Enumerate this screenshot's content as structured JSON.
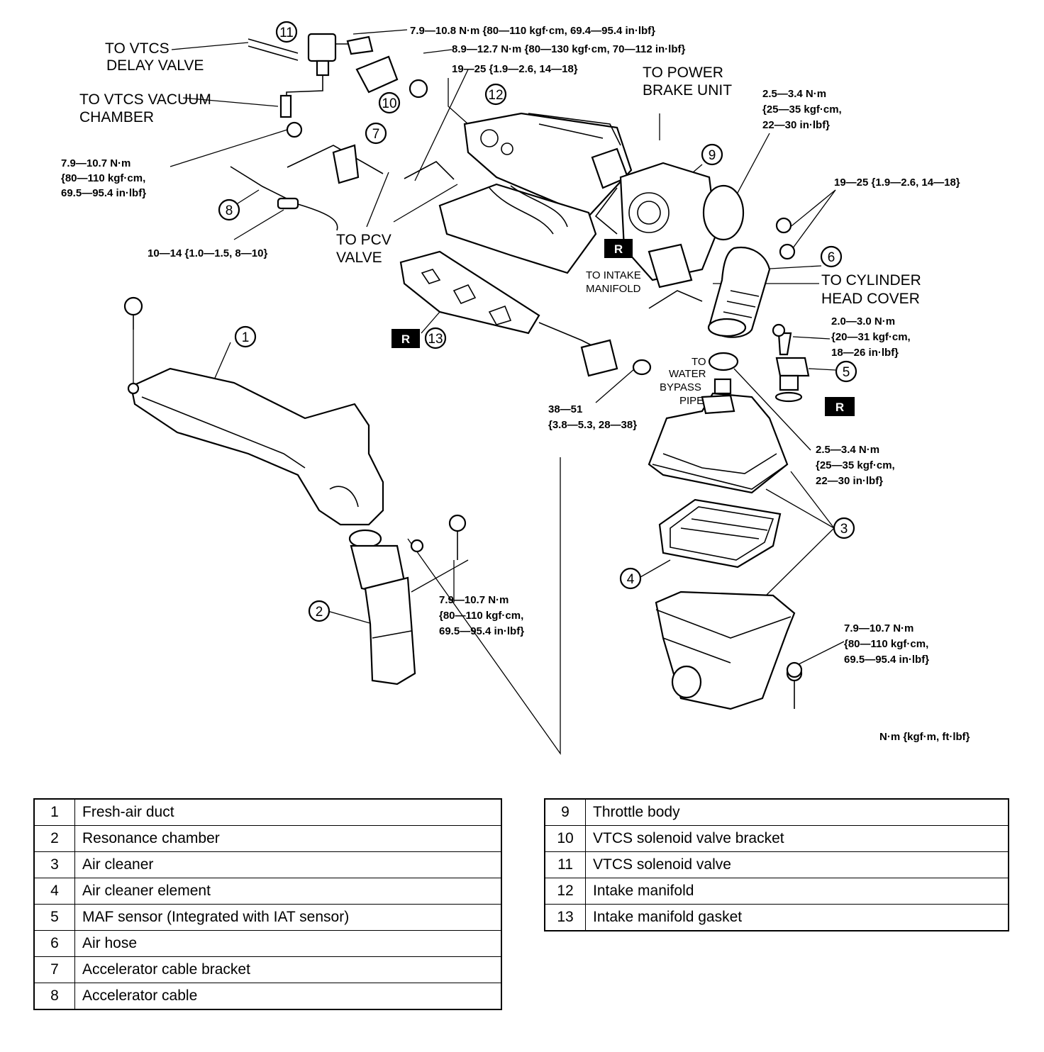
{
  "callouts": {
    "to_vtcs_delay_valve": [
      "TO VTCS",
      "DELAY VALVE"
    ],
    "to_vtcs_vacuum_chamber": [
      "TO VTCS VACUUM",
      "CHAMBER"
    ],
    "to_power_brake_unit": [
      "TO POWER",
      "BRAKE UNIT"
    ],
    "to_pcv_valve": [
      "TO PCV",
      "VALVE"
    ],
    "to_intake_manifold": [
      "TO INTAKE",
      "MANIFOLD"
    ],
    "to_cylinder_head_cover": [
      "TO CYLINDER",
      "HEAD COVER"
    ],
    "to_water_bypass_pipe": [
      "TO",
      "WATER",
      "BYPASS",
      "PIPE"
    ]
  },
  "torque_specs": {
    "solenoid_bolt": "7.9—10.8 N·m {80—110 kgf·cm, 69.4—95.4 in·lbf}",
    "bracket_nut": "8.9—12.7 N·m {80—130 kgf·cm, 70—112 in·lbf}",
    "manifold_nut_top": "19—25 {1.9—2.6, 14—18}",
    "cable_bracket_bolt": [
      "7.9—10.7 N·m",
      "{80—110 kgf·cm,",
      "69.5—95.4 in·lbf}"
    ],
    "cable_nut": "10—14 {1.0—1.5, 8—10}",
    "hose_clamp_top": [
      "2.5—3.4 N·m",
      "{25—35 kgf·cm,",
      "22—30 in·lbf}"
    ],
    "throttle_body_nut": "19—25 {1.9—2.6, 14—18}",
    "maf_sensor_screw": [
      "2.0—3.0 N·m",
      "{20—31 kgf·cm,",
      "18—26 in·lbf}"
    ],
    "bracket_bolt": [
      "38—51",
      "{3.8—5.3, 28—38}"
    ],
    "hose_clamp_bottom": [
      "2.5—3.4 N·m",
      "{25—35 kgf·cm,",
      "22—30 in·lbf}"
    ],
    "resonance_bolt": [
      "7.9—10.7 N·m",
      "{80—110 kgf·cm,",
      "69.5—95.4 in·lbf}"
    ],
    "air_cleaner_bolt": [
      "7.9—10.7 N·m",
      "{80—110 kgf·cm,",
      "69.5—95.4 in·lbf}"
    ],
    "units_note": "N·m {kgf·m, ft·lbf}"
  },
  "replace_mark": "R",
  "part_numbers": [
    "1",
    "2",
    "3",
    "4",
    "5",
    "6",
    "7",
    "8",
    "9",
    "10",
    "11",
    "12",
    "13"
  ],
  "legend": [
    {
      "no": "1",
      "name": "Fresh-air duct"
    },
    {
      "no": "2",
      "name": "Resonance chamber"
    },
    {
      "no": "3",
      "name": "Air cleaner"
    },
    {
      "no": "4",
      "name": "Air cleaner element"
    },
    {
      "no": "5",
      "name": "MAF sensor (Integrated with IAT sensor)"
    },
    {
      "no": "6",
      "name": "Air hose"
    },
    {
      "no": "7",
      "name": "Accelerator cable bracket"
    },
    {
      "no": "8",
      "name": "Accelerator cable"
    },
    {
      "no": "9",
      "name": "Throttle body"
    },
    {
      "no": "10",
      "name": "VTCS solenoid valve bracket"
    },
    {
      "no": "11",
      "name": "VTCS solenoid valve"
    },
    {
      "no": "12",
      "name": "Intake manifold"
    },
    {
      "no": "13",
      "name": "Intake manifold gasket"
    }
  ]
}
